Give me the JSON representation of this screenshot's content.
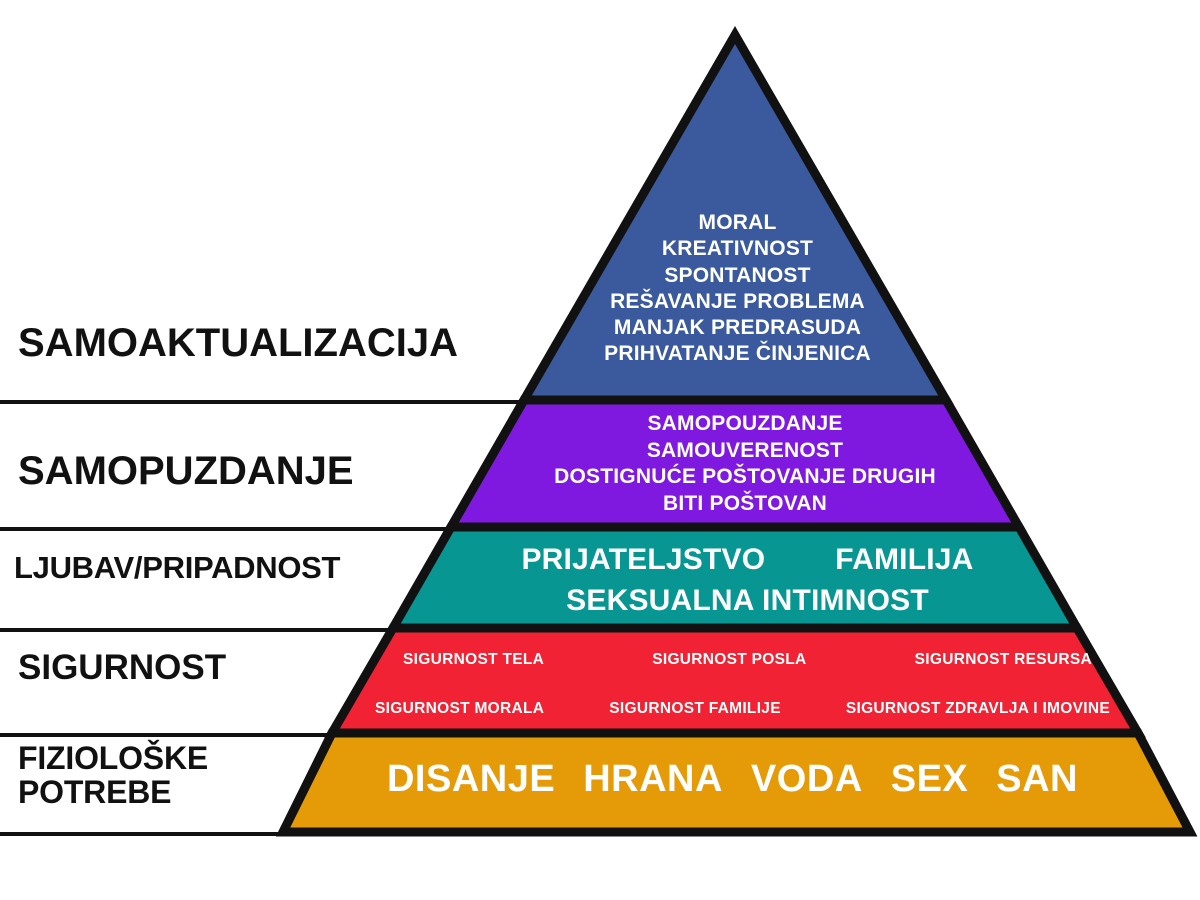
{
  "diagram": {
    "type": "maslow-hierarchy-of-needs-pyramid",
    "language": "sr",
    "background": "#ffffff",
    "outline_color": "#111111"
  },
  "side_labels": {
    "self_actualization": "SAMOAKTUALIZACIJA",
    "esteem": "SAMOPUZDANJE",
    "love": "LJUBAV/PRIPADNOST",
    "safety": "SIGURNOST",
    "physiological": "FIZIOLOŠKE\nPOTREBE"
  },
  "levels": [
    {
      "key": "self_actualization",
      "side_label": "SAMOAKTUALIZACIJA",
      "color": "#3B5A9D",
      "items": [
        "MORAL",
        "KREATIVNOST",
        "SPONTANOST",
        "REŠAVANJE PROBLEMA",
        "MANJAK PREDRASUDA",
        "PRIHVATANJE ČINJENICA"
      ]
    },
    {
      "key": "esteem",
      "side_label": "SAMOPUZDANJE",
      "color": "#8019E0",
      "items": [
        "SAMOPOUZDANJE",
        "SAMOUVERENOST",
        "DOSTIGNUĆE  POŠTOVANJE DRUGIH",
        "BITI POŠTOVAN"
      ]
    },
    {
      "key": "love",
      "side_label": "LJUBAV/PRIPADNOST",
      "color": "#089693",
      "items": [
        "PRIJATELJSTVO",
        "FAMILIJA",
        "SEKSUALNA INTIMNOST"
      ]
    },
    {
      "key": "safety",
      "side_label": "SIGURNOST",
      "color": "#F02233",
      "items": [
        "SIGURNOST TELA",
        "SIGURNOST POSLA",
        "SIGURNOST RESURSA",
        "SIGURNOST MORALA",
        "SIGURNOST FAMILIJE",
        "SIGURNOST ZDRAVLJA I IMOVINE"
      ]
    },
    {
      "key": "physiological",
      "side_label": "FIZIOLOŠKE POTREBE",
      "color": "#E59A07",
      "items": [
        "DISANJE",
        "HRANA",
        "VODA",
        "SEX",
        "SAN"
      ]
    }
  ],
  "self_text": {
    "l1": "MORAL",
    "l2": "KREATIVNOST",
    "l3": "SPONTANOST",
    "l4": "REŠAVANJE PROBLEMA",
    "l5": "MANJAK PREDRASUDA",
    "l6": "PRIHVATANJE ČINJENICA"
  },
  "esteem_text": {
    "l1": "SAMOPOUZDANJE",
    "l2": "SAMOUVERENOST",
    "l3": "DOSTIGNUĆE  POŠTOVANJE DRUGIH",
    "l4": "BITI POŠTOVAN"
  },
  "love_text": {
    "a": "PRIJATELJSTVO",
    "b": "FAMILIJA",
    "c": "SEKSUALNA INTIMNOST"
  },
  "safety_text": {
    "r1c1": "SIGURNOST TELA",
    "r1c2": "SIGURNOST POSLA",
    "r1c3": "SIGURNOST RESURSA",
    "r2c1": "SIGURNOST MORALA",
    "r2c2": "SIGURNOST FAMILIJE",
    "r2c3": "SIGURNOST ZDRAVLJA I IMOVINE"
  },
  "physio_text": {
    "a": "DISANJE",
    "b": "HRANA",
    "c": "VODA",
    "d": "SEX",
    "e": "SAN"
  },
  "colors": {
    "blue": "#3B5A9D",
    "purple": "#8019E0",
    "teal": "#089693",
    "red": "#F02233",
    "orange": "#E59A07",
    "outline": "#111111",
    "text_on_band": "#ffffff",
    "label_text": "#111111"
  }
}
